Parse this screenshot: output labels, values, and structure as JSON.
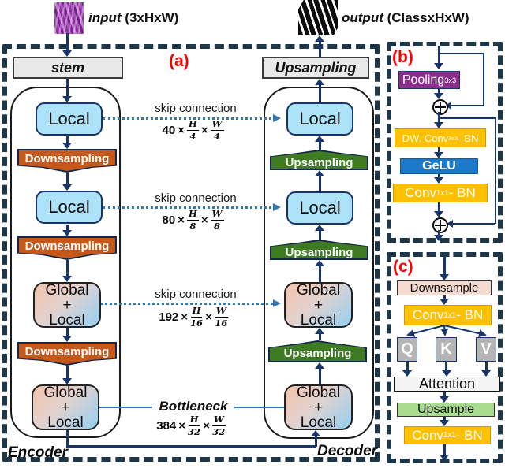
{
  "header": {
    "input_label": "input",
    "input_dims": "(3xHxW)",
    "output_label": "output",
    "output_dims": "(ClassxHxW)"
  },
  "panel_a": {
    "tag": "(a)",
    "stem_label": "stem",
    "top_upsampling_label": "Upsampling",
    "encoder_label": "Encoder",
    "decoder_label": "Decoder",
    "times": "×",
    "block_labels": {
      "local": "Local",
      "global": "Global",
      "plus": "+",
      "downsampling": "Downsampling",
      "upsampling": "Upsampling"
    },
    "skips": [
      {
        "label": "skip connection",
        "channels": "40",
        "h": "H",
        "w": "W",
        "den": "4"
      },
      {
        "label": "skip connection",
        "channels": "80",
        "h": "H",
        "w": "W",
        "den": "8"
      },
      {
        "label": "skip connection",
        "channels": "192",
        "h": "H",
        "w": "W",
        "den": "16"
      }
    ],
    "bottleneck": {
      "label": "Bottleneck",
      "channels": "384",
      "h": "H",
      "w": "W",
      "den": "32"
    }
  },
  "panel_b": {
    "tag": "(b)",
    "pooling": {
      "text": "Pooling",
      "sub": "3x3"
    },
    "dwconv": {
      "pre": "DW. Conv",
      "sub": "3x3",
      "post": " - BN"
    },
    "gelu": "GeLU",
    "conv": {
      "pre": "Conv",
      "sub": "1x1",
      "post": " - BN"
    }
  },
  "panel_c": {
    "tag": "(c)",
    "downsample": "Downsample",
    "conv_top": {
      "pre": "Conv",
      "sub": "1x1",
      "post": " - BN"
    },
    "q": "Q",
    "k": "K",
    "v": "V",
    "attention": "Attention",
    "upsample": "Upsample",
    "conv_bottom": {
      "pre": "Conv",
      "sub": "1x1",
      "post": " - BN"
    }
  },
  "icons": {
    "sum_node": "circle-plus",
    "skip_arrow": "dotted-arrow-right",
    "flow_arrow": "solid-arrow"
  },
  "colors": {
    "dash_border": "#1d3748",
    "arrow_navy": "#17356b",
    "skip_blue": "#2f77ae",
    "bottleneck_blue": "#2879b8",
    "local_fill": "#ace3f9",
    "downsampling_orange": "#c5591c",
    "upsampling_green": "#3f7b22",
    "global_local_peach": "#f2c3ad",
    "global_local_blue": "#95cff0",
    "pooling_purple": "#8a2e8c",
    "conv_gold": "#ffc000",
    "gelu_blue": "#1e78c8",
    "qkv_gray": "#b5b5b5",
    "upsample_light_green": "#a8db8e",
    "downsample_peach": "#f6dcd0",
    "panel_tag_red": "#fe0000"
  }
}
